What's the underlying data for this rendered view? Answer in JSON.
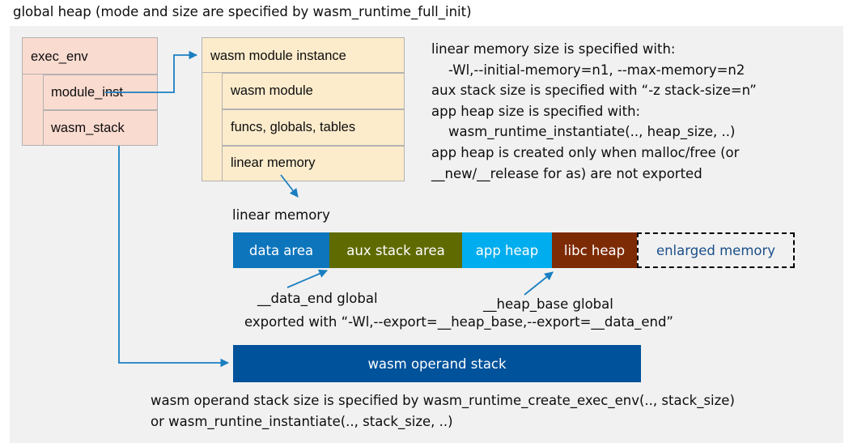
{
  "title": "global heap (mode and size are specified by wasm_runtime_full_init)",
  "exec_env": {
    "header": "exec_env",
    "fields": [
      "module_inst",
      "wasm_stack"
    ]
  },
  "module_instance": {
    "header": "wasm module instance",
    "fields": [
      "wasm module",
      "funcs, globals, tables",
      "linear memory"
    ]
  },
  "side_note": "linear memory size is specified with:\n    -Wl,--initial-memory=n1, --max-memory=n2\naux stack size is specified with “-z stack-size=n”\napp heap size is specified with:\n    wasm_runtime_instantiate(.., heap_size, ..)\napp heap is created only when malloc/free (or\n__new/__release for as) are not exported",
  "linear_memory": {
    "caption": "linear memory",
    "segments": [
      {
        "label": "data area",
        "color": "#0c75bc",
        "width": 119,
        "text_color": "#ffffff",
        "dashed": false
      },
      {
        "label": "aux stack area",
        "color": "#5f6b00",
        "width": 164,
        "text_color": "#ffffff",
        "dashed": false
      },
      {
        "label": "app heap",
        "color": "#00adee",
        "width": 111,
        "text_color": "#ffffff",
        "dashed": false
      },
      {
        "label": "libc heap",
        "color": "#7d2b05",
        "width": 105,
        "text_color": "#ffffff",
        "dashed": false
      },
      {
        "label": "enlarged memory",
        "color": "#f1f1f1",
        "width": 195,
        "text_color": "#1a4f8a",
        "dashed": true
      }
    ]
  },
  "annotations": {
    "data_end": "__data_end global",
    "heap_base": "__heap_base global",
    "exported_with": "exported with “-Wl,--export=__heap_base,--export=__data_end”"
  },
  "operand_stack": {
    "label": "wasm operand stack",
    "color": "#00529b",
    "note": "wasm operand stack size is specified by wasm_runtime_create_exec_env(.., stack_size)\nor wasm_runtine_instantiate(.., stack_size, ..)"
  },
  "colors": {
    "panel_background": "#f1f1f1",
    "exec_env_fill": "#fadbd0",
    "module_fill": "#fceccc",
    "box_border": "#b2b2b2",
    "connector": "#1a7fc1"
  }
}
